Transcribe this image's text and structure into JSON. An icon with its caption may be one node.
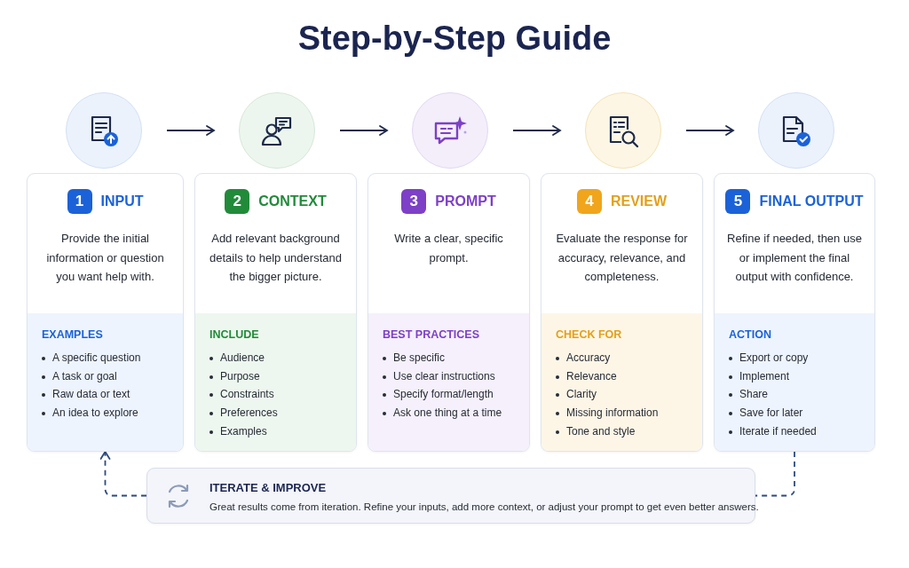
{
  "diagram": {
    "title": "Step-by-Step Guide",
    "nodes": [
      {
        "text": [],
        "shape": "circle"
      },
      {
        "text": [],
        "shape": "circle"
      },
      {
        "text": [],
        "shape": "circle"
      },
      {
        "text": [],
        "shape": "circle"
      },
      {
        "text": [],
        "shape": "circle"
      },
      {
        "text": [
          "1",
          "INPUT",
          "Provide the initial information or question you want help with.",
          "EXAMPLES",
          "A specific question",
          "A task or goal",
          "Raw data or text",
          "An idea to explore"
        ]
      },
      {
        "text": [
          "2",
          "CONTEXT",
          "Add relevant background details to help understand the bigger picture.",
          "INCLUDE",
          "Audience",
          "Purpose",
          "Constraints",
          "Preferences",
          "Examples"
        ]
      },
      {
        "text": [
          "3",
          "PROMPT",
          "Write a clear, specific prompt.",
          "BEST PRACTICES",
          "Be specific",
          "Use clear instructions",
          "Specify format/length",
          "Ask one thing at a time"
        ]
      },
      {
        "text": [
          "4",
          "REVIEW",
          "Evaluate the response for accuracy, relevance, and completeness.",
          "CHECK FOR",
          "Accuracy",
          "Relevance",
          "Clarity",
          "Missing information",
          "Tone and style"
        ]
      },
      {
        "text": [
          "5",
          "FINAL OUTPUT",
          "Refine if needed, then use or implement the final output with confidence.",
          "ACTION",
          "Export or copy",
          "Implement",
          "Share",
          "Save for later",
          "Iterate if needed"
        ]
      },
      {
        "text": [
          "ITERATE & IMPROVE",
          "Great results come from iteration. Refine your inputs, add more context, or adjust your prompt to get even better answers."
        ]
      }
    ],
    "edges": [
      {
        "from": 0,
        "to": 1,
        "arrow": "to"
      },
      {
        "from": 1,
        "to": 2,
        "arrow": "to"
      },
      {
        "from": 2,
        "to": 3,
        "arrow": "to"
      },
      {
        "from": 3,
        "to": 4,
        "arrow": "to"
      },
      {
        "from": 9,
        "to": 10,
        "arrow": "none",
        "style": "dashed"
      },
      {
        "from": 10,
        "to": 5,
        "arrow": "to",
        "style": "dashed"
      }
    ]
  }
}
